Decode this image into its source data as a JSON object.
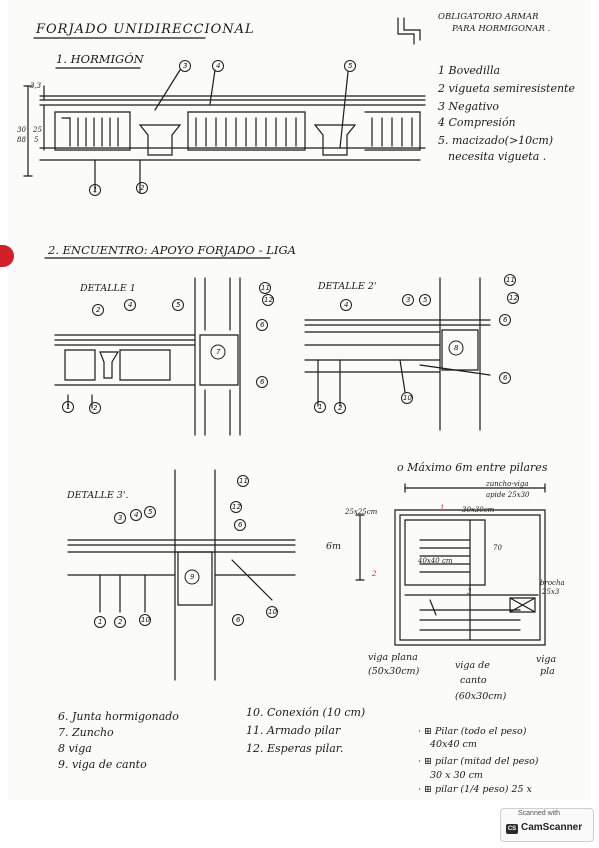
{
  "title": "FORJADO UNIDIRECCIONAL",
  "note": {
    "line1": "OBLIGATORIO ARMAR",
    "line2": "PARA HORMIGONAR ."
  },
  "section1": {
    "heading": "1. HORMIGÓN",
    "dims": {
      "top": "3,3",
      "total_a": "30",
      "total_b": "88",
      "mid_a": "25",
      "mid_b": "5"
    }
  },
  "legend_top": [
    "1 Bovedilla",
    "2 vigueta semiresistente",
    "3 Negativo",
    "4 Compresión",
    "5. macizado(>10cm)",
    "necesita vigueta ."
  ],
  "section2": {
    "heading": "2. ENCUENTRO: APOYO FORJADO - LIGA",
    "detail1": "DETALLE 1",
    "detail2": "DETALLE 2'",
    "detail3": "DETALLE 3'."
  },
  "callouts": [
    "1",
    "2",
    "3",
    "4",
    "5",
    "6",
    "7",
    "8",
    "9",
    "10",
    "11",
    "12"
  ],
  "plan": {
    "heading": "o Máximo 6m entre pilares",
    "zuncho": "zuncho-viga",
    "zuncho2": "apide 25x30",
    "dim_left": "25x25cm",
    "dim_top": "30x30cm",
    "dim_inner": "40x40 cm",
    "span": "6m",
    "arrow": "70",
    "one": "1",
    "two": "2",
    "three": "3",
    "brochal": "brocha",
    "brochal2": "25x3",
    "viga_plana1": "viga plana",
    "viga_plana2": "(50x30cm)",
    "viga_canto1": "viga de",
    "viga_canto2": "canto",
    "viga_canto3": "(60x30cm)",
    "viga_r1": "viga",
    "viga_r2": "pla"
  },
  "legend_bottom_left": [
    "6. Junta hormigonado",
    "7. Zuncho",
    "8 viga",
    "9. viga de canto"
  ],
  "legend_bottom_mid": [
    "10. Conexión (10 cm)",
    "11. Armado pilar",
    "12. Esperas pilar."
  ],
  "legend_bottom_right": [
    "· ⊞ Pilar (todo el peso)",
    "40x40 cm",
    "· ⊞ pilar (mitad del peso)",
    "30 x 30 cm",
    "· ⊞ pilar (1/4 peso) 25 x"
  ],
  "scanner": {
    "top": "Scanned with",
    "logo": "CS",
    "name": "CamScanner"
  },
  "colors": {
    "ink": "#1b1b1b",
    "red": "#c42a2a",
    "paper": "#fbfbf9"
  }
}
